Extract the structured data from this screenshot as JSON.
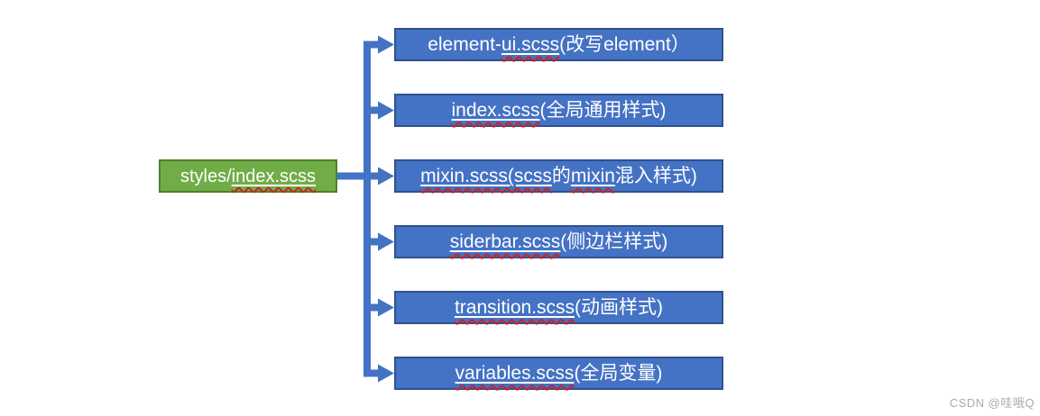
{
  "colors": {
    "node_fill": "#4472C4",
    "node_border": "#2F528F",
    "root_fill": "#70AD47",
    "root_border": "#507E32",
    "connector": "#4472C4",
    "text": "#FFFFFF",
    "spellcheck_squiggle": "#CC2222",
    "watermark_text": "#AAAAAA",
    "background": "#FFFFFF"
  },
  "diagram": {
    "root": {
      "name": "styles/index.scss",
      "segments": [
        {
          "text": "styles/",
          "flagged": false
        },
        {
          "text": "index.scss",
          "flagged": true
        }
      ]
    },
    "children": [
      {
        "name": "element-ui.scss",
        "segments": [
          {
            "text": "element-",
            "flagged": false
          },
          {
            "text": "ui.scss",
            "flagged": true
          },
          {
            "text": "(改写element）",
            "flagged": false
          }
        ]
      },
      {
        "name": "index.scss",
        "segments": [
          {
            "text": "index.scss",
            "flagged": true
          },
          {
            "text": "(全局通用样式)",
            "flagged": false
          }
        ]
      },
      {
        "name": "mixin.scss",
        "segments": [
          {
            "text": "mixin.scss(scss",
            "flagged": true
          },
          {
            "text": "的",
            "flagged": false
          },
          {
            "text": "mixin",
            "flagged": true
          },
          {
            "text": "混入样式)",
            "flagged": false
          }
        ]
      },
      {
        "name": "siderbar.scss",
        "segments": [
          {
            "text": "siderbar.scss",
            "flagged": true
          },
          {
            "text": "(侧边栏样式)",
            "flagged": false
          }
        ]
      },
      {
        "name": "transition.scss",
        "segments": [
          {
            "text": "transition.scss",
            "flagged": true
          },
          {
            "text": "(动画样式)",
            "flagged": false
          }
        ]
      },
      {
        "name": "variables.scss",
        "segments": [
          {
            "text": "variables.scss",
            "flagged": true
          },
          {
            "text": "(全局变量)",
            "flagged": false
          }
        ]
      }
    ]
  },
  "watermark": "CSDN @哇哦Q"
}
